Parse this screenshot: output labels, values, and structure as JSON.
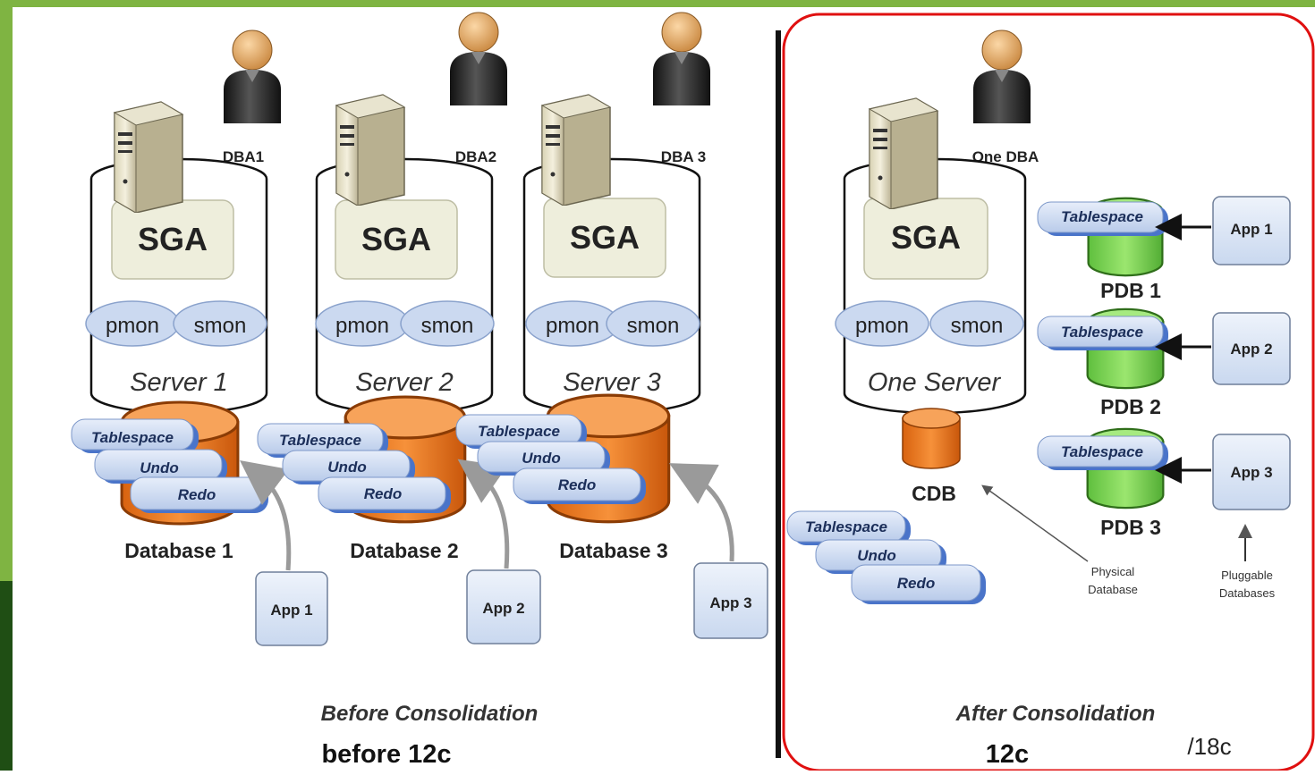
{
  "colors": {
    "frame_green": "#7fb442",
    "frame_dark_green": "#1f4e14",
    "highlight_red": "#e01010",
    "db_orange": "#f07b1f",
    "pdb_green": "#7ed957",
    "pill_blue": "#cbd9f0",
    "pill_shadow": "#4a74c9",
    "sga_beige": "#eeeedc"
  },
  "before": {
    "servers": [
      {
        "dba": "DBA1",
        "sga": "SGA",
        "proc1": "pmon",
        "proc2": "smon",
        "server": "Server 1",
        "database": "Database 1",
        "app": "App 1"
      },
      {
        "dba": "DBA2",
        "sga": "SGA",
        "proc1": "pmon",
        "proc2": "smon",
        "server": "Server 2",
        "database": "Database 2",
        "app": "App 2"
      },
      {
        "dba": "DBA 3",
        "sga": "SGA",
        "proc1": "pmon",
        "proc2": "smon",
        "server": "Server 3",
        "database": "Database 3",
        "app": "App 3"
      }
    ],
    "files": {
      "tablespace": "Tablespace",
      "undo": "Undo",
      "redo": "Redo"
    },
    "caption": "Before Consolidation",
    "version": "before 12c"
  },
  "after": {
    "dba": "One DBA",
    "sga": "SGA",
    "proc1": "pmon",
    "proc2": "smon",
    "server": "One Server",
    "cdb": "CDB",
    "files": {
      "tablespace": "Tablespace",
      "undo": "Undo",
      "redo": "Redo"
    },
    "pdbs": [
      {
        "tablespace": "Tablespace",
        "label": "PDB 1",
        "app": "App 1"
      },
      {
        "tablespace": "Tablespace",
        "label": "PDB 2",
        "app": "App 2"
      },
      {
        "tablespace": "Tablespace",
        "label": "PDB 3",
        "app": "App 3"
      }
    ],
    "physical_label_1": "Physical",
    "physical_label_2": "Database",
    "pluggable_label_1": "Pluggable",
    "pluggable_label_2": "Databases",
    "caption": "After Consolidation",
    "version": "12c",
    "version_alt": "/18c"
  }
}
